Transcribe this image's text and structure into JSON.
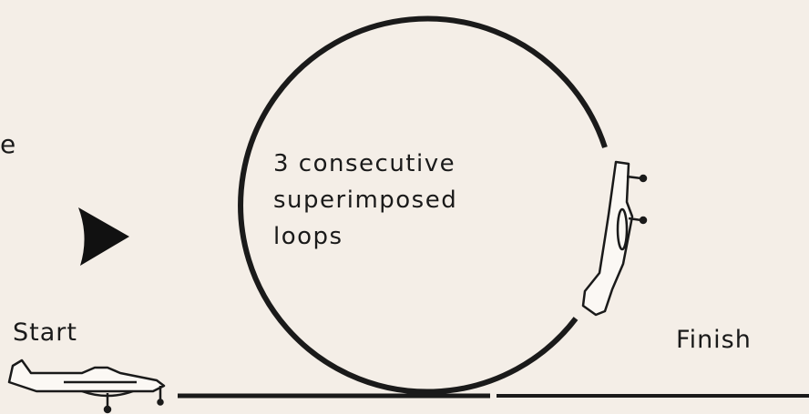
{
  "labels": {
    "edge_fragment": "e",
    "caption_line1": "3 consecutive",
    "caption_line2": "superimposed",
    "caption_line3": "loops",
    "start": "Start",
    "finish": "Finish"
  },
  "colors": {
    "ink": "#1a1a1a",
    "paper": "#f4eee7"
  },
  "icons": {
    "direction": "direction-arrow-icon",
    "start_plane": "airplane-level-icon",
    "loop_plane": "airplane-climbing-icon"
  }
}
